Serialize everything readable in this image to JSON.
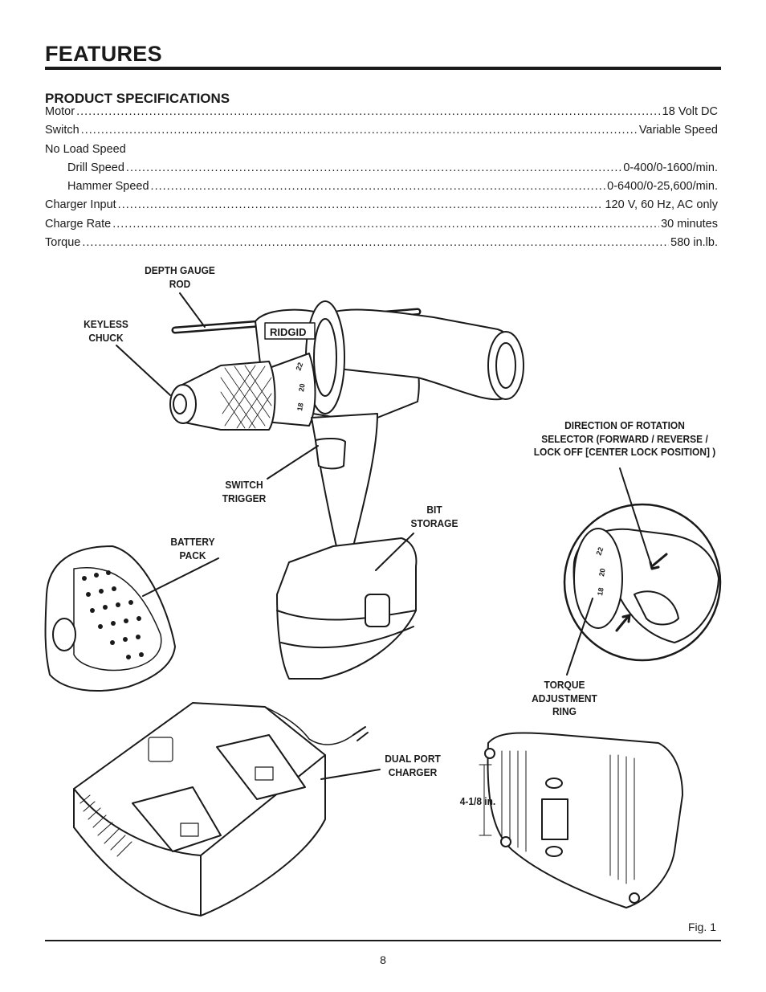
{
  "header": {
    "title": "FEATURES"
  },
  "specs": {
    "title": "PRODUCT SPECIFICATIONS",
    "rows": [
      {
        "label": "Motor",
        "value": "18 Volt DC",
        "indent": false
      },
      {
        "label": "Switch",
        "value": "Variable Speed",
        "indent": false
      },
      {
        "label": "No Load Speed",
        "value": "",
        "indent": false
      },
      {
        "label": "Drill Speed",
        "value": "0-400/0-1600/min.",
        "indent": true
      },
      {
        "label": "Hammer Speed",
        "value": "0-6400/0-25,600/min.",
        "indent": true
      },
      {
        "label": "Charger Input",
        "value": "120 V, 60 Hz, AC only",
        "indent": false
      },
      {
        "label": "Charge Rate",
        "value": "30 minutes",
        "indent": false
      },
      {
        "label": "Torque",
        "value": "580 in.lb.",
        "indent": false
      }
    ]
  },
  "callouts": {
    "depth_gauge_rod": "DEPTH GAUGE\nROD",
    "keyless_chuck": "KEYLESS\nCHUCK",
    "direction_selector": "DIRECTION OF ROTATION\nSELECTOR (FORWARD / REVERSE /\nLOCK OFF [CENTER LOCK POSITION] )",
    "switch_trigger": "SWITCH\nTRIGGER",
    "bit_storage": "BIT\nSTORAGE",
    "battery_pack": "BATTERY\nPACK",
    "torque_ring": "TORQUE\nADJUSTMENT\nRING",
    "dual_port_charger": "DUAL PORT\nCHARGER",
    "charger_height": "4-1/8 in."
  },
  "drill": {
    "brand": "RIDGID",
    "torque_marks": [
      "18",
      "20",
      "22"
    ]
  },
  "figure": {
    "label": "Fig. 1"
  },
  "footer": {
    "page_number": "8"
  }
}
